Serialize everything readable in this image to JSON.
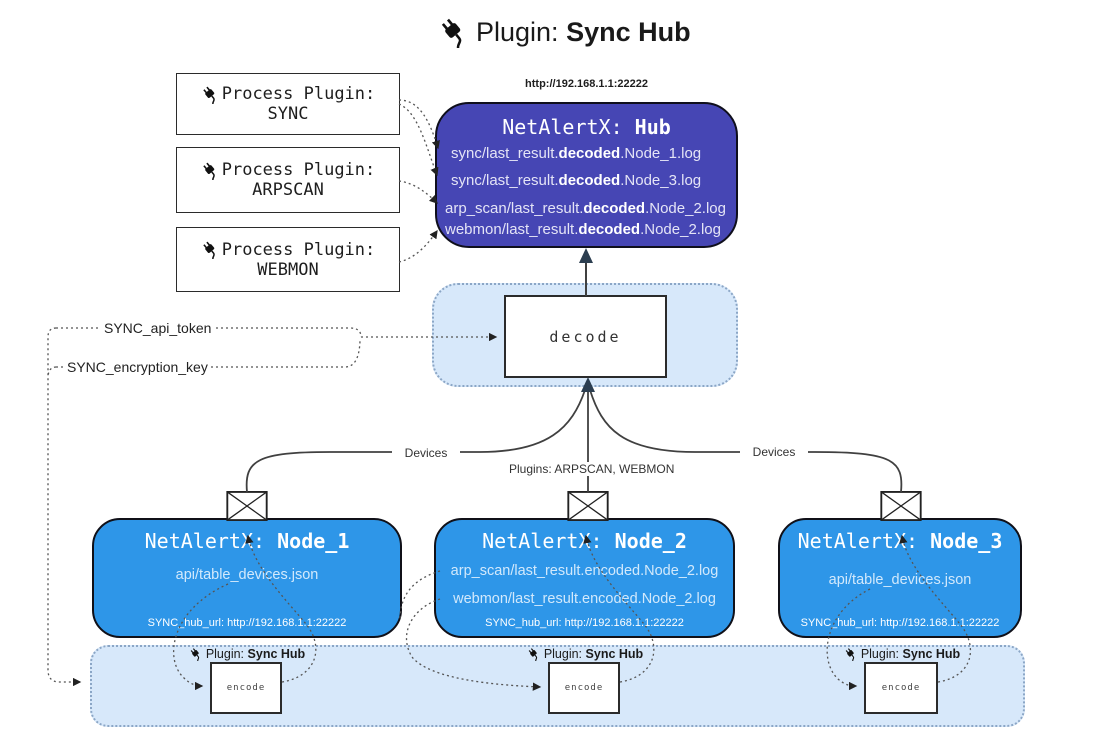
{
  "title": {
    "prefix": "Plugin:",
    "bold": "Sync Hub"
  },
  "process_plugins": [
    {
      "label": "Process Plugin:",
      "name": "SYNC"
    },
    {
      "label": "Process Plugin:",
      "name": "ARPSCAN"
    },
    {
      "label": "Process Plugin:",
      "name": "WEBMON"
    }
  ],
  "hub": {
    "url": "http://192.168.1.1:22222",
    "title_prefix": "NetAlertX:",
    "title_bold": "Hub",
    "logs": [
      {
        "pre": "sync/last_result.",
        "bold": "decoded",
        "post": ".Node_1.log"
      },
      {
        "pre": "sync/last_result.",
        "bold": "decoded",
        "post": ".Node_3.log"
      },
      {
        "pre": "arp_scan/last_result.",
        "bold": "decoded",
        "post": ".Node_2.log"
      },
      {
        "pre": "webmon/last_result.",
        "bold": "decoded",
        "post": ".Node_2.log"
      }
    ]
  },
  "decode": {
    "label": "decode"
  },
  "secrets": {
    "api_token": "SYNC_api_token",
    "encryption_key": "SYNC_encryption_key"
  },
  "edge_labels": {
    "devices_left": "Devices",
    "devices_right": "Devices",
    "plugins_mid": "Plugins: ARPSCAN, WEBMON"
  },
  "nodes": [
    {
      "title_prefix": "NetAlertX:",
      "title_bold": "Node_1",
      "files": [
        "api/table_devices.json"
      ],
      "hub_url": "SYNC_hub_url: http://192.168.1.1:22222"
    },
    {
      "title_prefix": "NetAlertX:",
      "title_bold": "Node_2",
      "files": [
        "arp_scan/last_result.encoded.Node_2.log",
        "webmon/last_result.encoded.Node_2.log"
      ],
      "hub_url": "SYNC_hub_url: http://192.168.1.1:22222"
    },
    {
      "title_prefix": "NetAlertX:",
      "title_bold": "Node_3",
      "files": [
        "api/table_devices.json"
      ],
      "hub_url": "SYNC_hub_url: http://192.168.1.1:22222"
    }
  ],
  "encode_sections": [
    {
      "label_prefix": "Plugin:",
      "label_bold": "Sync Hub",
      "box_label": "encode"
    },
    {
      "label_prefix": "Plugin:",
      "label_bold": "Sync Hub",
      "box_label": "encode"
    },
    {
      "label_prefix": "Plugin:",
      "label_bold": "Sync Hub",
      "box_label": "encode"
    }
  ],
  "colors": {
    "hub_fill": "#4646b4",
    "node_fill": "#2e96e8",
    "container_fill": "#d7e8fa",
    "container_border": "#8ba6c6",
    "box_border": "#2b2b2b",
    "hub_text": "#e4e4f6",
    "node_text": "#d2e9fc",
    "arrowhead_dark": "#2c3e50",
    "line": "#555555"
  }
}
